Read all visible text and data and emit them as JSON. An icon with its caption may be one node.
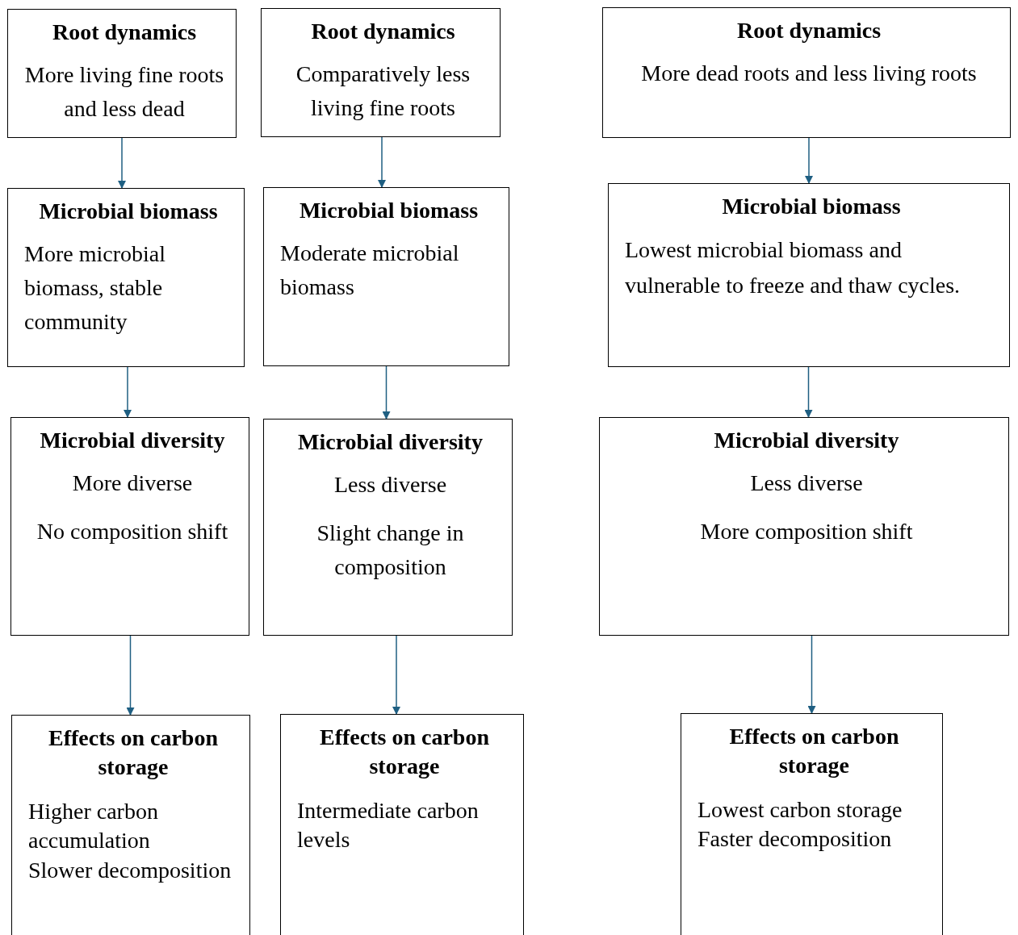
{
  "diagram": {
    "nodes": [
      {
        "text": [
          "Root dynamics",
          "More living fine roots and less dead"
        ]
      },
      {
        "text": [
          "Root dynamics",
          "Comparatively less living fine roots"
        ]
      },
      {
        "text": [
          "Root dynamics",
          "More dead roots and less living roots"
        ]
      },
      {
        "text": [
          "Microbial biomass",
          "More microbial biomass, stable community"
        ]
      },
      {
        "text": [
          "Microbial biomass",
          "Moderate microbial biomass"
        ]
      },
      {
        "text": [
          "Microbial biomass",
          "Lowest microbial biomass and vulnerable to freeze and thaw cycles."
        ]
      },
      {
        "text": [
          "Microbial diversity",
          "More diverse",
          "No composition shift"
        ]
      },
      {
        "text": [
          "Microbial diversity",
          "Less diverse",
          "Slight change in composition"
        ]
      },
      {
        "text": [
          "Microbial diversity",
          "Less diverse",
          "More composition shift"
        ]
      },
      {
        "text": [
          "Effects on carbon storage",
          "Higher carbon accumulation",
          "Slower decomposition"
        ]
      },
      {
        "text": [
          "Effects on carbon storage",
          "Intermediate carbon levels"
        ]
      },
      {
        "text": [
          "Effects on carbon storage",
          "Lowest carbon storage",
          "Faster decomposition"
        ]
      }
    ],
    "edges": [
      {
        "from": 0,
        "to": 3,
        "arrow": "to"
      },
      {
        "from": 1,
        "to": 4,
        "arrow": "to"
      },
      {
        "from": 2,
        "to": 5,
        "arrow": "to"
      },
      {
        "from": 3,
        "to": 6,
        "arrow": "to"
      },
      {
        "from": 4,
        "to": 7,
        "arrow": "to"
      },
      {
        "from": 5,
        "to": 8,
        "arrow": "to"
      },
      {
        "from": 6,
        "to": 9,
        "arrow": "to"
      },
      {
        "from": 7,
        "to": 10,
        "arrow": "to"
      },
      {
        "from": 8,
        "to": 11,
        "arrow": "to"
      }
    ]
  }
}
